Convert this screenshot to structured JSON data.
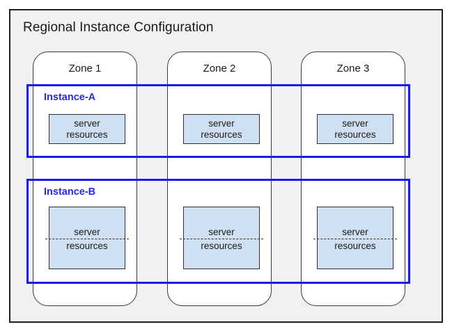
{
  "diagram": {
    "title": "Regional Instance Configuration",
    "background_color": "#f1f1f1",
    "border_color": "#231f20",
    "accent_color": "#2a2ae8",
    "resource_fill_color": "#cfe0f2"
  },
  "zones": [
    {
      "label": "Zone 1"
    },
    {
      "label": "Zone 2"
    },
    {
      "label": "Zone 3"
    }
  ],
  "instances": [
    {
      "label": "Instance-A",
      "divider_style": "none",
      "resources": [
        {
          "line_top": "server",
          "line_bottom": "resources"
        },
        {
          "line_top": "server",
          "line_bottom": "resources"
        },
        {
          "line_top": "server",
          "line_bottom": "resources"
        }
      ]
    },
    {
      "label": "Instance-B",
      "divider_style": "dashed",
      "resources": [
        {
          "line_top": "server",
          "line_bottom": "resources"
        },
        {
          "line_top": "server",
          "line_bottom": "resources"
        },
        {
          "line_top": "server",
          "line_bottom": "resources"
        }
      ]
    }
  ]
}
